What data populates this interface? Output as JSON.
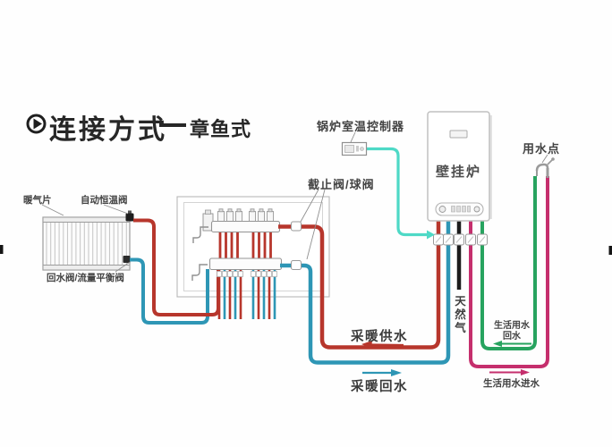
{
  "title": {
    "icon": "play-circle",
    "main": "连接方式",
    "sub": "章鱼式"
  },
  "labels": {
    "radiator": "暖气片",
    "auto_thermostat_valve": "自动恒温阀",
    "return_flow_balance_valve": "回水阀/流量平衡阀",
    "stop_ball_valve": "截止阀/球阀",
    "room_thermostat": "锅炉室温控制器",
    "boiler": "壁挂炉",
    "water_tap": "用水点",
    "heating_supply": "采暖供水",
    "heating_return": "采暖回水",
    "natural_gas": "天然气",
    "dhw_return_line1": "生活用水",
    "dhw_return_line2": "回水",
    "dhw_inlet": "生活用水进水"
  },
  "colors": {
    "heating_supply_pipe": "#b7362c",
    "heating_return_pipe": "#2e96b5",
    "thermostat_wire": "#4ed9c6",
    "natural_gas_pipe": "#1c1c1c",
    "dhw_inlet_pipe": "#c52f6d",
    "dhw_return_pipe": "#27a35f"
  }
}
